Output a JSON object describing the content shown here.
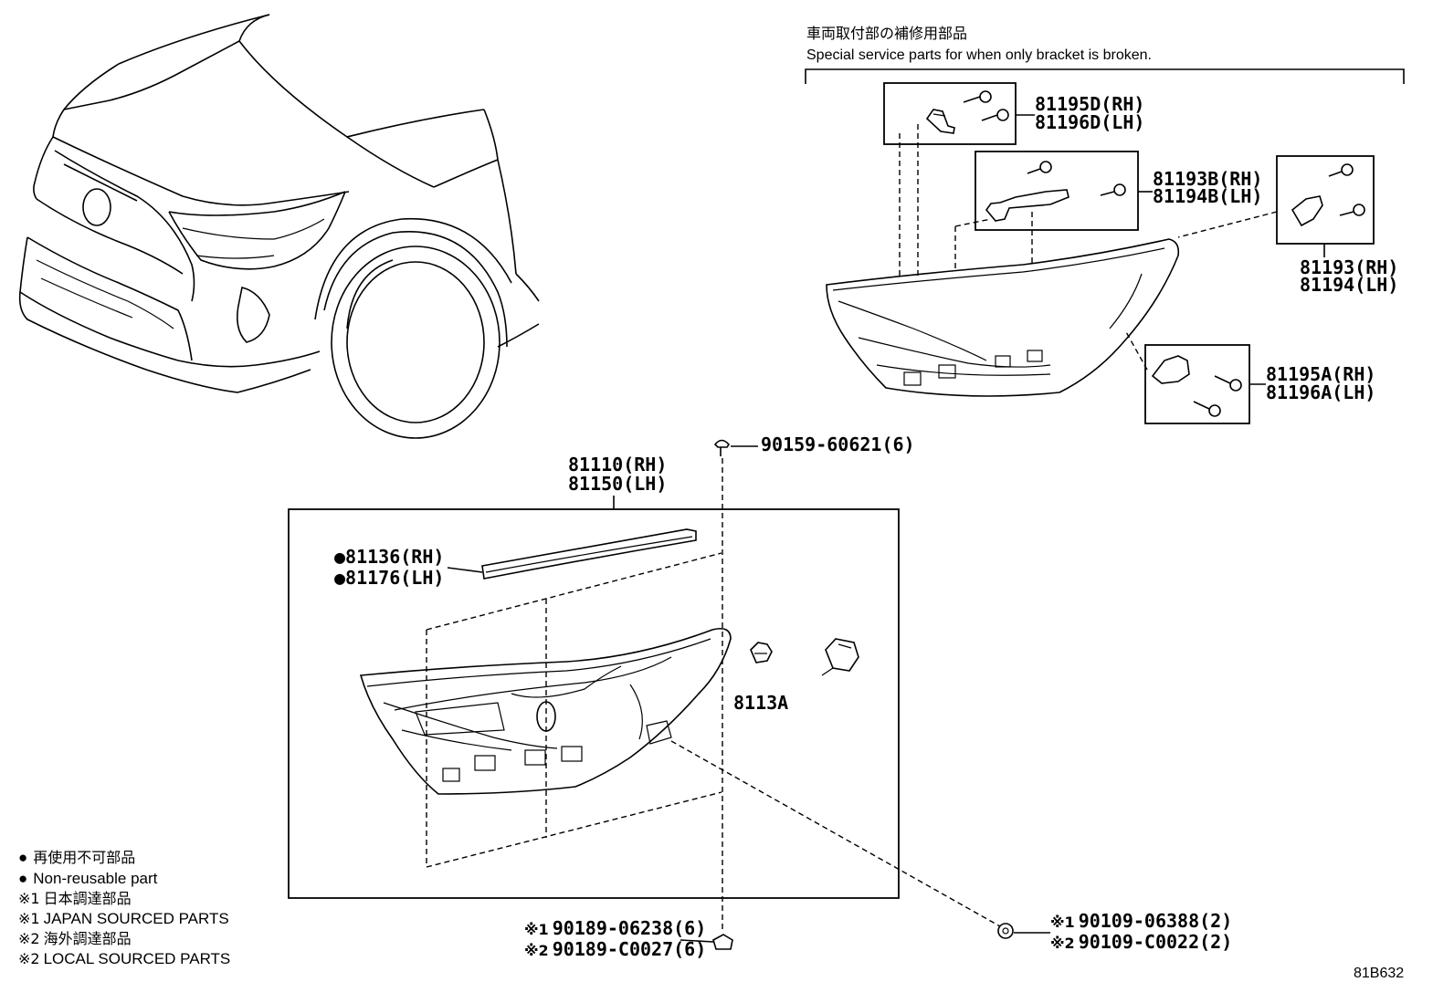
{
  "header": {
    "jp_title": "車両取付部の補修用部品",
    "en_title": "Special service parts for when only bracket is broken."
  },
  "parts": {
    "p81195D": "81195D(RH)",
    "p81196D": "81196D(LH)",
    "p81193B": "81193B(RH)",
    "p81194B": "81194B(LH)",
    "p81193": "81193(RH)",
    "p81194": "81194(LH)",
    "p81195A": "81195A(RH)",
    "p81196A": "81196A(LH)",
    "p90159": "90159-60621(6)",
    "p81110": "81110(RH)",
    "p81150": "81150(LH)",
    "p81136": "81136(RH)",
    "p81176": "81176(LH)",
    "p8113A": "8113A",
    "p90189a": "90189-06238(6)",
    "p90189b": "90189-C0027(6)",
    "p90109a": "90109-06388(2)",
    "p90109b": "90109-C0022(2)"
  },
  "markers": {
    "bullet": "●",
    "ref1": "※1",
    "ref2": "※2"
  },
  "legend": {
    "line1": "再使用不可部品",
    "line2": "Non-reusable part",
    "line3": "日本調達部品",
    "line4": "JAPAN SOURCED PARTS",
    "line5": "海外調達部品",
    "line6": "LOCAL SOURCED PARTS"
  },
  "figure_id": "81B632"
}
